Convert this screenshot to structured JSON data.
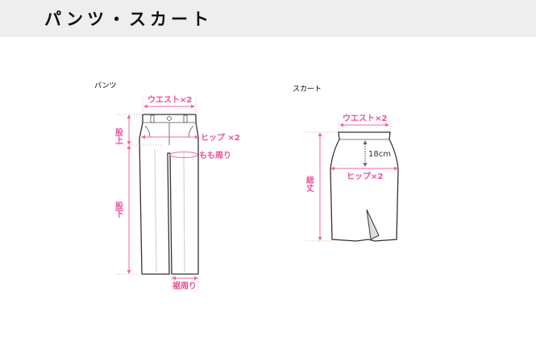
{
  "header": {
    "title": "パンツ・スカート"
  },
  "pants": {
    "caption": "パンツ",
    "waist": "ウエスト×2",
    "hip": "ヒップ ×2",
    "thigh": "もも周り",
    "rise": "股上",
    "inseam": "股下",
    "hem": "裾周り"
  },
  "skirt": {
    "caption": "スカート",
    "waist": "ウエスト×2",
    "hip": "ヒップ×2",
    "hip_offset": "18cm",
    "length": "総丈"
  }
}
